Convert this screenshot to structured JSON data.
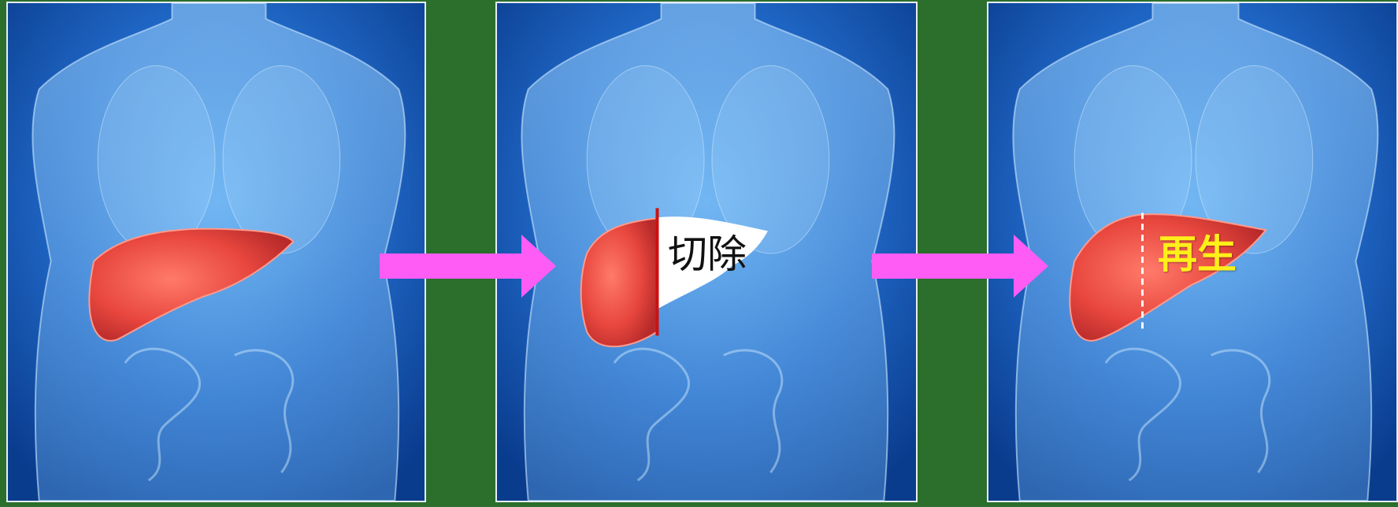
{
  "steps": [
    {
      "name": "normal-liver"
    },
    {
      "name": "resection",
      "label": "切除"
    },
    {
      "name": "regeneration",
      "label": "再生"
    }
  ],
  "colors": {
    "background": "#2c6e2c",
    "arrow": "#ff5cf6",
    "liver": "#e8473e",
    "body": "#1a5bb8",
    "cut_line": "#cc1111",
    "regen_text": "#ffef1a"
  },
  "icons": [
    "torso-illustration",
    "liver-organ",
    "right-arrow"
  ]
}
